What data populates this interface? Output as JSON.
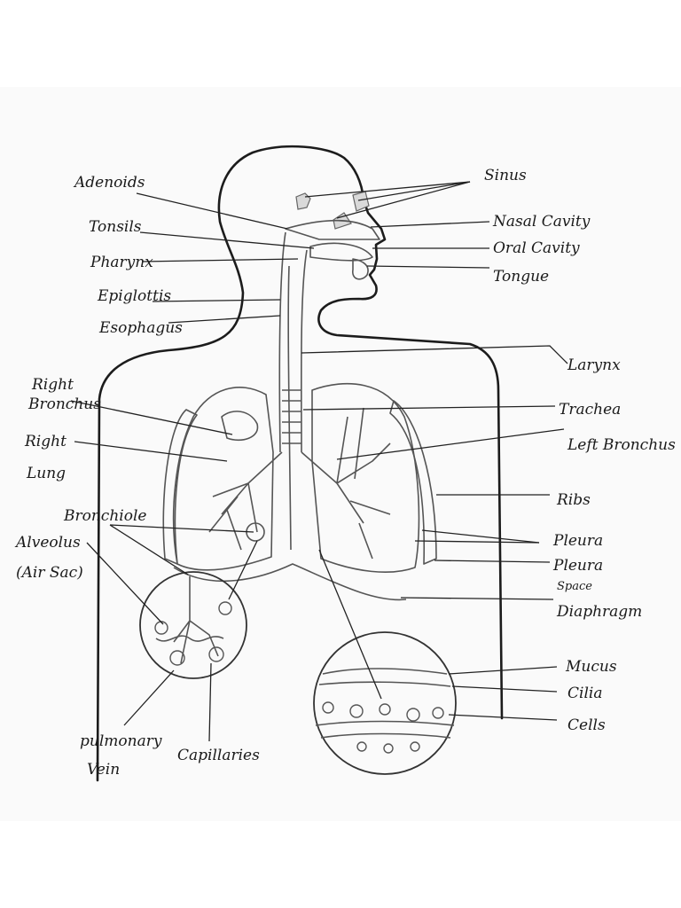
{
  "labels": {
    "adenoids": "Adenoids",
    "tonsils": "Tonsils",
    "pharynx": "Pharynx",
    "epiglottis": "Epiglottis",
    "esophagus": "Esophagus",
    "right_bronchus_1": "Right",
    "right_bronchus_2": "Bronchus",
    "right_lung_1": "Right",
    "right_lung_2": "Lung",
    "bronchiole": "Bronchiole",
    "alveolus_1": "Alveolus",
    "alveolus_2": "(Air Sac)",
    "pulmonary_vein_1": "pulmonary",
    "pulmonary_vein_2": "Vein",
    "capillaries": "Capillaries",
    "sinus": "Sinus",
    "nasal_cavity": "Nasal Cavity",
    "oral_cavity": "Oral Cavity",
    "tongue": "Tongue",
    "larynx": "Larynx",
    "trachea": "Trachea",
    "left_bronchus": "Left Bronchus",
    "ribs": "Ribs",
    "pleura": "Pleura",
    "pleura_space_1": "Pleura",
    "pleura_space_2": "Space",
    "diaphragm": "Diaphragm",
    "mucus": "Mucus",
    "cilia": "Cilia",
    "cells": "Cells"
  }
}
